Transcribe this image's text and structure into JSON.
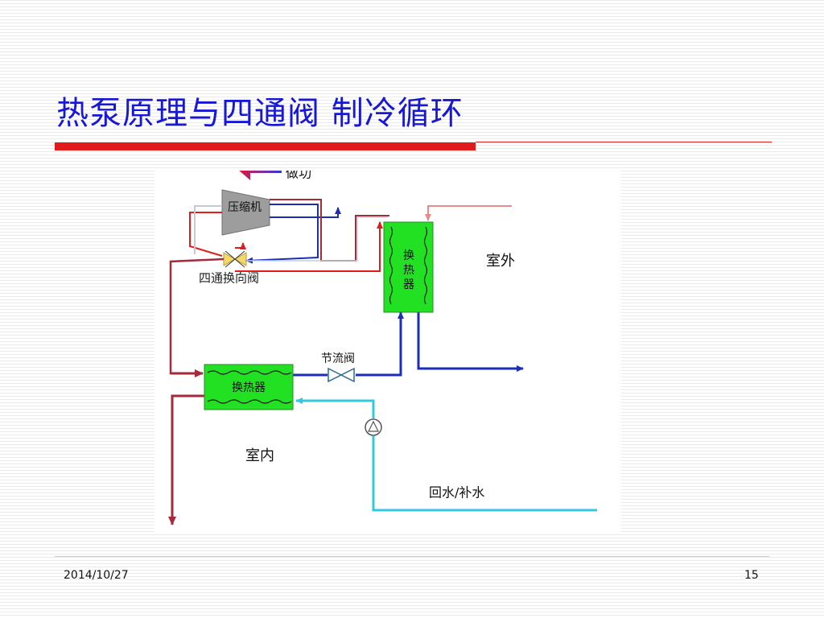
{
  "slide": {
    "title": "热泵原理与四通阀 制冷循环",
    "footer_date": "2014/10/27",
    "page_number": "15"
  },
  "diagram": {
    "labels": {
      "work": "做功",
      "compressor": "压缩机",
      "four_way_valve": "四通换向阀",
      "outdoor_exchanger": "换\n热\n器",
      "outdoor": "室外",
      "throttle_valve": "节流阀",
      "indoor_exchanger": "换热器",
      "indoor": "室内",
      "return_water": "回水/补水"
    },
    "colors": {
      "title": "#1717d6",
      "accent_red": "#e11b1b",
      "exchanger_fill": "#22e022",
      "compressor_fill": "#9d9d9d",
      "pipe_red": "#e21b1b",
      "pipe_blue": "#1c2fb4",
      "pipe_darkred": "#a52a3a",
      "pipe_cyan": "#33c9dd",
      "pipe_pink": "#e58c8c"
    }
  }
}
